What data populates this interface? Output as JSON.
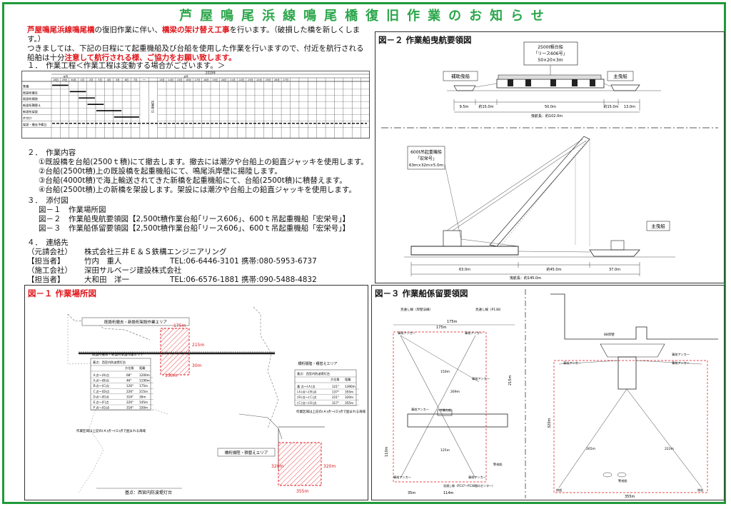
{
  "title": "芦屋鳴尾浜線鳴尾橋復旧作業のお知らせ",
  "intro": {
    "l1_red": "芦屋鳴尾浜線鳴尾橋",
    "l1_mid": "の復旧作業に伴い、",
    "l1_red2": "橋梁の架け替え工事",
    "l1_end": "を行います。（破損した橋を新しくします。）",
    "l2": "つきましては、下記の日程にて起重機船及び台船を使用した作業を行いますので、付近を航行される",
    "l3_start": "船舶は十分",
    "l3_red": "注意して航行される様、ご協力をお願い致します。"
  },
  "section1": {
    "heading": "１．　作業工程＜作業工程は変動する場合がございます。＞"
  },
  "schedule": {
    "year": "2019年",
    "month_left": "8月",
    "month_mid": "7月",
    "month_right": "8月",
    "dates_left": [
      "28日",
      "29日",
      "30日",
      "1日",
      "2日",
      "3日",
      "4日",
      "5日",
      "6日",
      "7日"
    ],
    "dates_right": [
      "13日",
      "14日",
      "15日",
      "16日",
      "17日",
      "18日",
      "19日",
      "20日",
      "21日",
      "22日",
      "23日",
      "24日",
      "25日",
      "26日",
      "27日"
    ],
    "gap_label": "～",
    "rows": [
      "準備",
      "既設桁撤去",
      "既設桁揚陸",
      "新設桁積替え",
      "新設桁架設",
      "片付け",
      "架設・撤去予備日"
    ],
    "pause_label": "作業休止"
  },
  "section2": {
    "heading": "２．　作業内容",
    "items": [
      "①既設橋を台船(2500ｔ積)にて撤去します。撤去には潮汐や台船上の鉛直ジャッキを使用します。",
      "②台船(2500t積)上の既設橋を起重機船にて、鳴尾浜岸壁に揚陸します。",
      "③台船(4000t積)で海上輸送されてきた新橋を起重機船にて、台船(2500t積)に積替えます。",
      "④台船(2500t積)上の新橋を架設します。架設には潮汐や台船上の鉛直ジャッキを使用します。"
    ]
  },
  "section3": {
    "heading": "３．　添付図",
    "items": [
      "図－１　作業場所図",
      "図－２　作業船曳航要領図【2,500t積作業台船｢リース606｣、600ｔ吊起重機船「宏栄号」】",
      "図－３　作業船係留要領図【2,500t積作業台船｢リース606｣、600ｔ吊起重機船「宏栄号」】"
    ]
  },
  "section4": {
    "heading": "４．　連絡先",
    "rows": [
      {
        "a": "（元請会社）",
        "b": "株式会社三井Ｅ＆Ｓ鉄構エンジニアリング",
        "c": ""
      },
      {
        "a": "【担当者】",
        "b": "竹内　重人",
        "c": "TEL:06-6446-3101 携帯:080-5953-6737"
      },
      {
        "a": "（施工会社）",
        "b": "深田サルベージ建設株式会社",
        "c": ""
      },
      {
        "a": "【担当者】",
        "b": "大和田　洋一",
        "c": "TEL:06-6576-1881 携帯:090-5488-4832"
      }
    ]
  },
  "fig1": {
    "title": "図－１ 作業場所図",
    "area1": "既設桁撤去・新設桁架設作業エリア",
    "area1b": "既設桁撤去・新設桁架設作業エリア",
    "area2": "橋桁揚陸・積替えエリア",
    "area2b": "橋桁揚陸・積替えエリア",
    "table1_head": [
      "基点：西宮内防波堤灯台",
      "方位角",
      "距離"
    ],
    "table1_rows": [
      [
        "Ａ点～(A)点",
        "68°",
        "1200m"
      ],
      [
        "Ａ点～(B)点",
        "46°",
        "1190m"
      ],
      [
        "Ｂ点～(C)点",
        "126°",
        "175m"
      ],
      [
        "Ｃ点～(D)点",
        "226°",
        "215m"
      ],
      [
        "Ｄ点～(E)点",
        "316°",
        "30m"
      ],
      [
        "Ｅ点～(F)点",
        "226°",
        "145m"
      ],
      [
        "Ｆ点～(G)点",
        "316°",
        "150m"
      ]
    ],
    "table1_note": "作業区域は上記の(Ａ)点～(Ｇ)点で囲まれる海域",
    "table2_head": [
      "基点：西宮内防波堤灯台",
      "方位角",
      "距離"
    ],
    "table2_rows": [
      [
        "基 点～(Ａ)点",
        "121°",
        "1390m"
      ],
      [
        "(Ａ)点～(Ｂ)点",
        "137°",
        "355m"
      ],
      [
        "(Ｂ)点～(Ｃ)点",
        "221°",
        "320m"
      ],
      [
        "(Ｃ)点～(Ｄ)点",
        "317°",
        "355m"
      ]
    ],
    "table2_note": "作業区域は上記の(Ａ)点～(Ｄ)点で囲まれる海域",
    "dims": [
      "175m",
      "215m",
      "30m",
      "150m",
      "320m",
      "320m",
      "355m"
    ],
    "base_label": "基点：西宮内防波堤灯台"
  },
  "fig2": {
    "title": "図－２ 作業船曳航要領図",
    "barge_label": "2500t積台船",
    "barge_name": "「リース606号」",
    "barge_dims": "50×20×3m",
    "assist": "補助曳船",
    "main": "主曳船",
    "dims_top": [
      "9.5m",
      "約15.0m",
      "50.0m",
      "約15.0m",
      "13.0m"
    ],
    "total_top": "曳航長：約102.0m",
    "crane_label": "600t吊起重機船",
    "crane_name": "「宏栄号」",
    "crane_dims": "63m×32m×5.0m",
    "main2": "主曳船",
    "dims_bottom": [
      "63.0m",
      "約45.0m",
      "37.0m"
    ],
    "total_bottom": "曳航長：約145.0m"
  },
  "fig3": {
    "title": "図－３ 作業船係留要領図",
    "labels": [
      "見通し線（岸壁法線）",
      "見通し線（P138）",
      "事前アンカー",
      "事前アンカー",
      "事前アンカー",
      "事前アンカー",
      "事前アンカー",
      "事前アンカー",
      "作業台船",
      "警戒船",
      "見通し線（P137～P138間のセンター）"
    ],
    "dims": [
      "175m",
      "175m",
      "215m",
      "110m",
      "114m",
      "35m",
      "355m",
      "320m",
      "265m",
      "223m",
      "269m",
      "150m",
      "125m"
    ],
    "right_labels": [
      "88岸壁",
      "事前アンカー",
      "事前アンカー",
      "事前アンカー",
      "警戒船",
      "係船",
      "係船"
    ]
  },
  "colors": {
    "accent_green": "#2aa64a",
    "red": "#e0151b"
  }
}
